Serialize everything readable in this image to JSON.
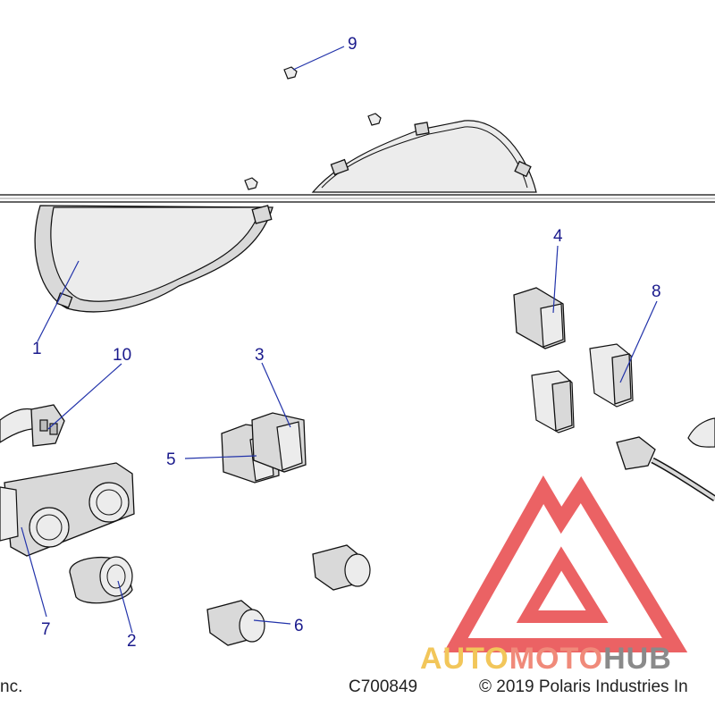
{
  "callouts": [
    {
      "num": "1"
    },
    {
      "num": "2"
    },
    {
      "num": "3"
    },
    {
      "num": "4"
    },
    {
      "num": "5"
    },
    {
      "num": "6"
    },
    {
      "num": "7"
    },
    {
      "num": "8"
    },
    {
      "num": "9"
    },
    {
      "num": "10"
    }
  ],
  "footer": {
    "left_text": "nc.",
    "drawing_number": "C700849",
    "copyright": "© 2019 Polaris Industries In"
  },
  "watermark": {
    "part1": "AUTO",
    "part2": "MOTO",
    "part3": "HUB",
    "colors": {
      "auto": "#f2c65a",
      "moto": "#f08a7a",
      "hub": "#8a8a8a",
      "triangle": "#e8474a"
    }
  },
  "colors": {
    "callout": "#1a1a8c",
    "leader": "#2233aa"
  }
}
